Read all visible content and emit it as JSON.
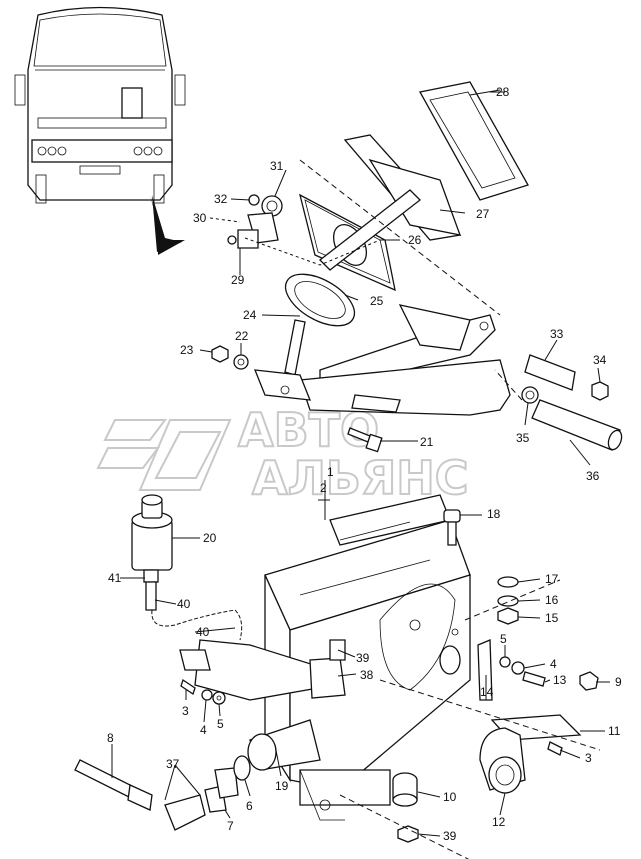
{
  "watermark": {
    "line1": "АВТО",
    "line2": "АЛЬЯНС"
  },
  "callouts": [
    "1",
    "2",
    "3",
    "3",
    "4",
    "4",
    "5",
    "5",
    "6",
    "7",
    "8",
    "9",
    "10",
    "11",
    "12",
    "13",
    "14",
    "15",
    "16",
    "17",
    "18",
    "19",
    "20",
    "21",
    "22",
    "23",
    "24",
    "25",
    "26",
    "27",
    "28",
    "29",
    "30",
    "31",
    "32",
    "33",
    "34",
    "35",
    "36",
    "37",
    "38",
    "39",
    "39",
    "40",
    "40",
    "41"
  ],
  "colors": {
    "line": "#111111",
    "watermark": "#c9c9c9"
  }
}
